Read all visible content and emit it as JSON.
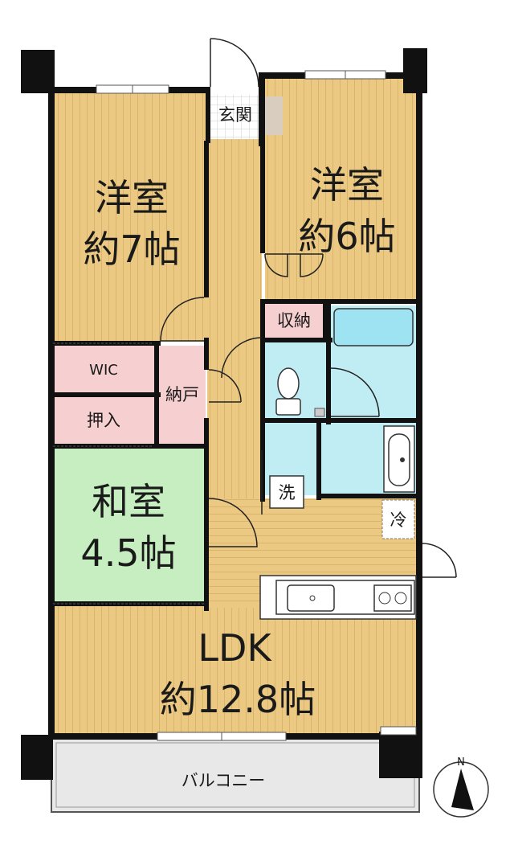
{
  "rooms": {
    "western_7": {
      "name": "洋室",
      "size": "約7帖"
    },
    "western_6": {
      "name": "洋室",
      "size": "約6帖"
    },
    "japanese": {
      "name": "和室",
      "size": "4.5帖"
    },
    "ldk": {
      "name": "LDK",
      "size": "約12.8帖"
    },
    "entrance": "玄関",
    "storage": "収納",
    "wic": "WIC",
    "closet": "押入",
    "nando": "納戸",
    "washer": "洗",
    "fridge": "冷",
    "balcony": "バルコニー"
  },
  "compass": {
    "north": "N"
  },
  "colors": {
    "wood_floor": "#ecc983",
    "wood_stripe": "#d9b46c",
    "tatami": "#c6eec0",
    "storage_pink": "#f6cfd0",
    "wet_area_blue": "#c0ecf3",
    "balcony": "#e8e8e8",
    "wall": "#111111"
  }
}
